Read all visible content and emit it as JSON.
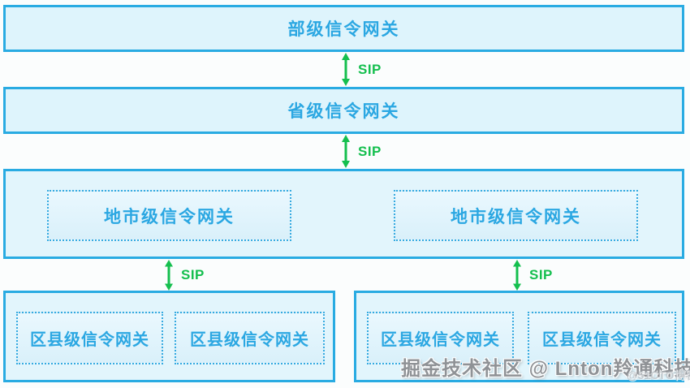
{
  "colors": {
    "box_border": "#29abe2",
    "box_fill": "#def4fc",
    "label_blue": "#2ba7e2",
    "arrow_green": "#14bf4e",
    "watermark_gray": "#8f9296"
  },
  "diagram": {
    "ministry": {
      "label": "部级信令网关"
    },
    "province": {
      "label": "省级信令网关"
    },
    "city_group": {
      "boxes": [
        {
          "label": "地市级信令网关"
        },
        {
          "label": "地市级信令网关"
        }
      ]
    },
    "county_group_left": {
      "boxes": [
        {
          "label": "区县级信令网关"
        },
        {
          "label": "区县级信令网关"
        }
      ]
    },
    "county_group_right": {
      "boxes": [
        {
          "label": "区县级信令网关"
        },
        {
          "label": "区县级信令网关"
        }
      ]
    },
    "connections": [
      {
        "label": "SIP"
      },
      {
        "label": "SIP"
      },
      {
        "label": "SIP"
      },
      {
        "label": "SIP"
      }
    ]
  },
  "watermarks": {
    "main": "掘金技术社区 @ Lnton羚通科技",
    "corner": "@51CTO博客"
  }
}
